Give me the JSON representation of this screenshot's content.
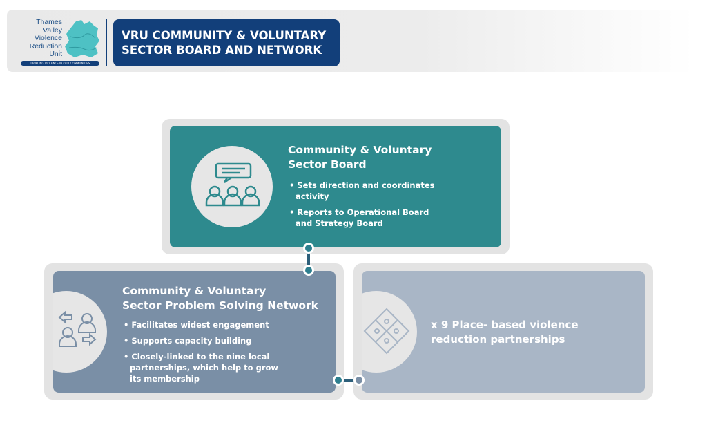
{
  "header": {
    "logo": {
      "lines": [
        "Thames",
        "Valley",
        "Violence",
        "Reduction",
        "Unit"
      ],
      "tagline": "TACKLING VIOLENCE IN OUR COMMUNITIES"
    },
    "title_line1": "VRU COMMUNITY & VOLUNTARY",
    "title_line2": "SECTOR BOARD AND NETWORK"
  },
  "board": {
    "title_line1": "Community & Voluntary",
    "title_line2": "Sector Board",
    "bullets": [
      "Sets direction and coordinates activity",
      "Reports to Operational Board and Strategy Board"
    ]
  },
  "network": {
    "title_line1": "Community & Voluntary",
    "title_line2": "Sector Problem Solving Network",
    "bullets": [
      "Facilitates widest engagement",
      "Supports capacity building",
      "Closely-linked to the nine local partnerships, which help to grow its membership"
    ]
  },
  "partnerships": {
    "text_line1": "x 9 Place- based violence",
    "text_line2": "reduction partnerships"
  },
  "colors": {
    "navy": "#123f7a",
    "teal": "#2e8a8e",
    "slate": "#7a8fa6",
    "lightslate": "#a9b6c6"
  }
}
